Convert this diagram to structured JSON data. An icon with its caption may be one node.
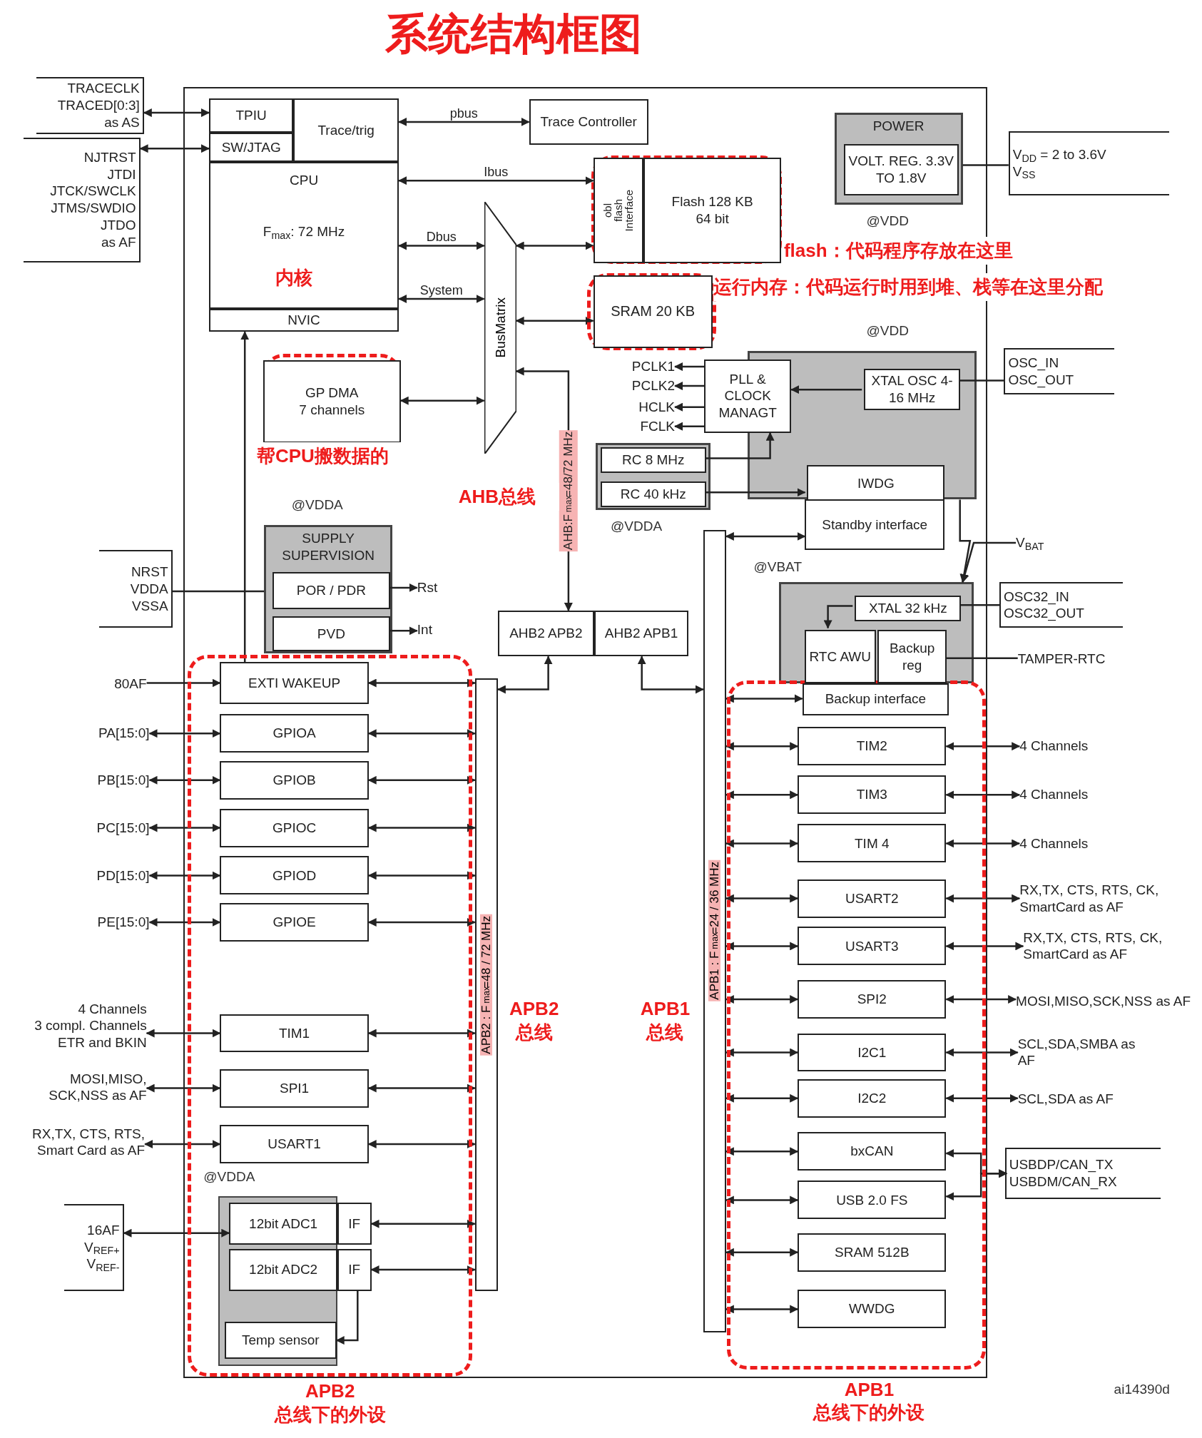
{
  "diagram": {
    "title": "系统结构框图",
    "nodes": [
      {
        "text": [
          "TPIU"
        ]
      },
      {
        "text": [
          "SW/JTAG"
        ]
      },
      {
        "text": [
          "Trace/trig"
        ]
      },
      {
        "text": [
          "Trace Controller"
        ]
      },
      {
        "text": [
          "CPU",
          "F$_{max}$: 72 MHz"
        ]
      },
      {
        "text": [
          "NVIC"
        ]
      },
      {
        "text": [
          "obl",
          "flash",
          "Interface"
        ]
      },
      {
        "text": [
          "Flash 128 KB",
          "64 bit"
        ]
      },
      {
        "text": [
          "SRAM 20 KB"
        ]
      },
      {
        "text": [
          "BusMatrix"
        ]
      },
      {
        "text": [
          "GP DMA",
          "7 channels"
        ]
      },
      {
        "text": [
          "POWER"
        ]
      },
      {
        "text": [
          "VOLT. REG. 3.3V TO 1.8V"
        ],
        "in": 11
      },
      {
        "text": [],
        "shape": "box"
      },
      {
        "text": [
          "PLL & CLOCK MANAGT"
        ]
      },
      {
        "text": [
          "XTAL OSC 4-16 MHz"
        ],
        "in": 13
      },
      {
        "text": [
          "IWDG"
        ],
        "in": 13
      },
      {
        "text": [
          "Standby interface"
        ]
      },
      {
        "text": [
          "RC 8 MHz"
        ]
      },
      {
        "text": [
          "RC 40 kHz"
        ]
      },
      {
        "text": [
          "SUPPLY SUPERVISION"
        ]
      },
      {
        "text": [
          "POR / PDR"
        ],
        "in": 20
      },
      {
        "text": [
          "PVD"
        ],
        "in": 20
      },
      {
        "text": [
          "AHB2 APB2"
        ]
      },
      {
        "text": [
          "AHB2 APB1"
        ]
      },
      {
        "text": [],
        "shape": "box"
      },
      {
        "text": [
          "XTAL 32 kHz"
        ],
        "in": 25
      },
      {
        "text": [
          "RTC AWU"
        ],
        "in": 25
      },
      {
        "text": [
          "Backup reg"
        ],
        "in": 25
      },
      {
        "text": [
          "Backup interface"
        ]
      },
      {
        "text": [
          "APB2 : F$_{max}$=48 / 72 MHz"
        ],
        "beside": [
          "APB2 总线"
        ]
      },
      {
        "text": [
          "APB1 : F$_{max}$=24 / 36 MHz"
        ],
        "beside": [
          "APB1 总线"
        ]
      },
      {
        "text": [
          "EXTI WAKEUP"
        ]
      },
      {
        "text": [
          "GPIOA"
        ]
      },
      {
        "text": [
          "GPIOB"
        ]
      },
      {
        "text": [
          "GPIOC"
        ]
      },
      {
        "text": [
          "GPIOD"
        ]
      },
      {
        "text": [
          "GPIOE"
        ]
      },
      {
        "text": [
          "TIM1"
        ]
      },
      {
        "text": [
          "SPI1"
        ]
      },
      {
        "text": [
          "USART1"
        ]
      },
      {
        "text": [
          "12bit ADC1"
        ]
      },
      {
        "text": [
          "IF"
        ]
      },
      {
        "text": [
          "12bit ADC2"
        ]
      },
      {
        "text": [
          "IF"
        ]
      },
      {
        "text": [
          "Temp sensor"
        ]
      },
      {
        "text": [
          "TIM2"
        ]
      },
      {
        "text": [
          "TIM3"
        ]
      },
      {
        "text": [
          "TIM 4"
        ]
      },
      {
        "text": [
          "USART2"
        ]
      },
      {
        "text": [
          "USART3"
        ]
      },
      {
        "text": [
          "SPI2"
        ]
      },
      {
        "text": [
          "I2C1"
        ]
      },
      {
        "text": [
          "I2C2"
        ]
      },
      {
        "text": [
          "bxCAN"
        ]
      },
      {
        "text": [
          "USB 2.0 FS"
        ]
      },
      {
        "text": [
          "SRAM 512B"
        ]
      },
      {
        "text": [
          "WWDG"
        ]
      },
      {
        "text": [
          "TRACECLK",
          "TRACED[0:3]",
          "as AS"
        ]
      },
      {
        "text": [
          "NJTRST",
          "JTDI",
          "JTCK/SWCLK",
          "JTMS/SWDIO",
          "JTDO",
          "as AF"
        ]
      },
      {
        "text": [
          "V$_{DD}$ = 2 to 3.6V",
          "V$_{SS}$"
        ]
      },
      {
        "text": [
          "OSC_IN",
          "OSC_OUT"
        ]
      },
      {
        "text": [
          "V$_{BAT}$"
        ]
      },
      {
        "text": [
          "OSC32_IN",
          "OSC32_OUT"
        ]
      },
      {
        "text": [
          "TAMPER-RTC"
        ]
      },
      {
        "text": [
          "NRST",
          "VDDA",
          "VSSA"
        ]
      },
      {
        "text": [
          "Rst"
        ]
      },
      {
        "text": [
          "Int"
        ]
      },
      {
        "text": [
          "80AF"
        ]
      },
      {
        "text": [
          "PA[15:0]"
        ]
      },
      {
        "text": [
          "PB[15:0]"
        ]
      },
      {
        "text": [
          "PC[15:0]"
        ]
      },
      {
        "text": [
          "PD[15:0]"
        ]
      },
      {
        "text": [
          "PE[15:0]"
        ]
      },
      {
        "text": [
          "4 Channels",
          "3 compl. Channels",
          "ETR and BKIN"
        ]
      },
      {
        "text": [
          "MOSI,MISO, SCK,NSS as AF"
        ]
      },
      {
        "text": [
          "RX,TX, CTS, RTS, Smart Card as AF"
        ]
      },
      {
        "text": [
          "16AF",
          "V$_{REF+}$",
          "V$_{REF-}$"
        ]
      },
      {
        "text": [
          "4 Channels"
        ]
      },
      {
        "text": [
          "4 Channels"
        ]
      },
      {
        "text": [
          "4 Channels"
        ]
      },
      {
        "text": [
          "RX,TX, CTS, RTS, CK, SmartCard as AF"
        ]
      },
      {
        "text": [
          "RX,TX, CTS, RTS, CK, SmartCard as AF"
        ]
      },
      {
        "text": [
          "MOSI,MISO,SCK,NSS as AF"
        ]
      },
      {
        "text": [
          "SCL,SDA,SMBA as AF"
        ]
      },
      {
        "text": [
          "SCL,SDA as AF"
        ]
      },
      {
        "text": [
          "USBDP/CAN_TX",
          "USBDM/CAN_RX"
        ]
      },
      {
        "text": [
          "PCLK1"
        ]
      },
      {
        "text": [
          "PCLK2"
        ]
      },
      {
        "text": [
          "HCLK"
        ]
      },
      {
        "text": [
          "FCLK"
        ]
      }
    ],
    "edges": [
      {
        "from": 58,
        "to": 0,
        "arrow": "both"
      },
      {
        "from": 59,
        "to": 1,
        "arrow": "both"
      },
      {
        "from": 2,
        "to": 3,
        "arrow": "both",
        "label": "pbus"
      },
      {
        "from": 4,
        "to": 6,
        "arrow": "both",
        "label": "Ibus"
      },
      {
        "from": 4,
        "to": 9,
        "arrow": "both",
        "label": "Dbus"
      },
      {
        "from": 4,
        "to": 9,
        "arrow": "both",
        "label": "System"
      },
      {
        "from": 9,
        "to": 6,
        "arrow": "both"
      },
      {
        "from": 9,
        "to": 8,
        "arrow": "both"
      },
      {
        "from": 10,
        "to": 9,
        "arrow": "both"
      },
      {
        "from": 9,
        "to": 23,
        "arrow": "both",
        "label": "AHB:F$_{max}$=48/72 MHz"
      },
      {
        "from": 32,
        "to": 5,
        "arrow": "to"
      },
      {
        "from": 11,
        "to": 60,
        "arrow": "none"
      },
      {
        "from": 15,
        "to": 61,
        "arrow": "none"
      },
      {
        "from": 15,
        "to": 14,
        "arrow": "to"
      },
      {
        "from": 14,
        "to": 87,
        "arrow": "to"
      },
      {
        "from": 14,
        "to": 88,
        "arrow": "to"
      },
      {
        "from": 14,
        "to": 89,
        "arrow": "to"
      },
      {
        "from": 14,
        "to": 90,
        "arrow": "to"
      },
      {
        "from": 18,
        "to": 14,
        "arrow": "to"
      },
      {
        "from": 19,
        "to": 16,
        "arrow": "to"
      },
      {
        "from": 13,
        "to": 25,
        "arrow": "to"
      },
      {
        "from": 62,
        "to": 25,
        "arrow": "to"
      },
      {
        "from": 31,
        "to": 17,
        "arrow": "both"
      },
      {
        "from": 65,
        "to": 20,
        "arrow": "none"
      },
      {
        "from": 21,
        "to": 66,
        "arrow": "to"
      },
      {
        "from": 22,
        "to": 67,
        "arrow": "to"
      },
      {
        "from": 23,
        "to": 30,
        "arrow": "both"
      },
      {
        "from": 24,
        "to": 31,
        "arrow": "both"
      },
      {
        "from": 26,
        "to": 63,
        "arrow": "none"
      },
      {
        "from": 26,
        "to": 27,
        "arrow": "to"
      },
      {
        "from": 28,
        "to": 64,
        "arrow": "none"
      },
      {
        "from": 31,
        "to": 29,
        "arrow": "both"
      },
      {
        "from": 68,
        "to": 32,
        "arrow": "to"
      },
      {
        "from": 32,
        "to": 30,
        "arrow": "both"
      },
      {
        "from": 69,
        "to": 33,
        "arrow": "both"
      },
      {
        "from": 70,
        "to": 34,
        "arrow": "both"
      },
      {
        "from": 71,
        "to": 35,
        "arrow": "both"
      },
      {
        "from": 72,
        "to": 36,
        "arrow": "both"
      },
      {
        "from": 73,
        "to": 37,
        "arrow": "both"
      },
      {
        "from": 33,
        "to": 30,
        "arrow": "both"
      },
      {
        "from": 34,
        "to": 30,
        "arrow": "both"
      },
      {
        "from": 35,
        "to": 30,
        "arrow": "both"
      },
      {
        "from": 36,
        "to": 30,
        "arrow": "both"
      },
      {
        "from": 37,
        "to": 30,
        "arrow": "both"
      },
      {
        "from": 74,
        "to": 38,
        "arrow": "both"
      },
      {
        "from": 38,
        "to": 30,
        "arrow": "both"
      },
      {
        "from": 75,
        "to": 39,
        "arrow": "both"
      },
      {
        "from": 39,
        "to": 30,
        "arrow": "both"
      },
      {
        "from": 76,
        "to": 40,
        "arrow": "both"
      },
      {
        "from": 40,
        "to": 30,
        "arrow": "both"
      },
      {
        "from": 77,
        "to": 41,
        "arrow": "both"
      },
      {
        "from": 42,
        "to": 30,
        "arrow": "both"
      },
      {
        "from": 44,
        "to": 30,
        "arrow": "both"
      },
      {
        "from": 44,
        "to": 45,
        "arrow": "to"
      },
      {
        "from": 31,
        "to": 46,
        "arrow": "both"
      },
      {
        "from": 31,
        "to": 47,
        "arrow": "both"
      },
      {
        "from": 31,
        "to": 48,
        "arrow": "both"
      },
      {
        "from": 31,
        "to": 49,
        "arrow": "both"
      },
      {
        "from": 31,
        "to": 50,
        "arrow": "both"
      },
      {
        "from": 31,
        "to": 51,
        "arrow": "both"
      },
      {
        "from": 31,
        "to": 52,
        "arrow": "both"
      },
      {
        "from": 31,
        "to": 53,
        "arrow": "both"
      },
      {
        "from": 31,
        "to": 54,
        "arrow": "both"
      },
      {
        "from": 31,
        "to": 55,
        "arrow": "both"
      },
      {
        "from": 31,
        "to": 56,
        "arrow": "both"
      },
      {
        "from": 31,
        "to": 57,
        "arrow": "both"
      },
      {
        "from": 46,
        "to": 78,
        "arrow": "both"
      },
      {
        "from": 47,
        "to": 79,
        "arrow": "both"
      },
      {
        "from": 48,
        "to": 80,
        "arrow": "both"
      },
      {
        "from": 49,
        "to": 81,
        "arrow": "both"
      },
      {
        "from": 50,
        "to": 82,
        "arrow": "both"
      },
      {
        "from": 51,
        "to": 83,
        "arrow": "both"
      },
      {
        "from": 52,
        "to": 84,
        "arrow": "both"
      },
      {
        "from": 53,
        "to": 85,
        "arrow": "both"
      },
      {
        "from": 54,
        "to": 86,
        "arrow": "both"
      },
      {
        "from": 55,
        "to": 86,
        "arrow": "both"
      }
    ],
    "labels": [
      "内核",
      "flash：代码程序存放在这里",
      "@VDD",
      "运行内存：代码运行时用到堆、栈等在这里分配",
      "@VDD",
      "帮CPU搬数据的",
      "@VDDA",
      "AHB总线",
      "@VDDA",
      "@VBAT",
      "@VDDA",
      "APB2 总线下的外设",
      "ai14390d",
      "APB1 总线下的外设"
    ]
  }
}
